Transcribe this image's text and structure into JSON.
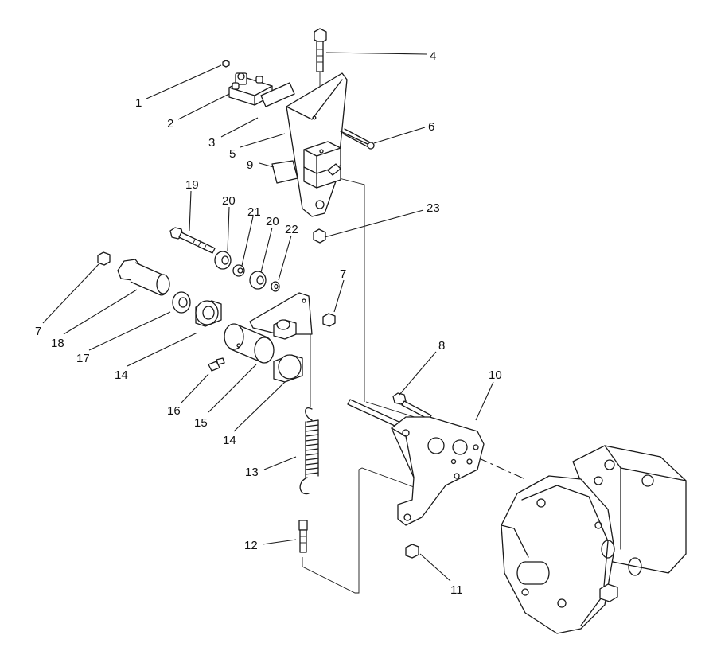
{
  "callouts": [
    {
      "id": "c1",
      "text": "1"
    },
    {
      "id": "c2",
      "text": "2"
    },
    {
      "id": "c3",
      "text": "3"
    },
    {
      "id": "c4",
      "text": "4"
    },
    {
      "id": "c5",
      "text": "5"
    },
    {
      "id": "c6",
      "text": "6"
    },
    {
      "id": "c9",
      "text": "9"
    },
    {
      "id": "c19",
      "text": "19"
    },
    {
      "id": "c20a",
      "text": "20"
    },
    {
      "id": "c21",
      "text": "21"
    },
    {
      "id": "c20b",
      "text": "20"
    },
    {
      "id": "c22",
      "text": "22"
    },
    {
      "id": "c23",
      "text": "23"
    },
    {
      "id": "c7a",
      "text": "7"
    },
    {
      "id": "c7b",
      "text": "7"
    },
    {
      "id": "c18",
      "text": "18"
    },
    {
      "id": "c17",
      "text": "17"
    },
    {
      "id": "c14a",
      "text": "14"
    },
    {
      "id": "c16",
      "text": "16"
    },
    {
      "id": "c15",
      "text": "15"
    },
    {
      "id": "c14b",
      "text": "14"
    },
    {
      "id": "c8",
      "text": "8"
    },
    {
      "id": "c10",
      "text": "10"
    },
    {
      "id": "c13",
      "text": "13"
    },
    {
      "id": "c12",
      "text": "12"
    },
    {
      "id": "c11",
      "text": "11"
    }
  ]
}
